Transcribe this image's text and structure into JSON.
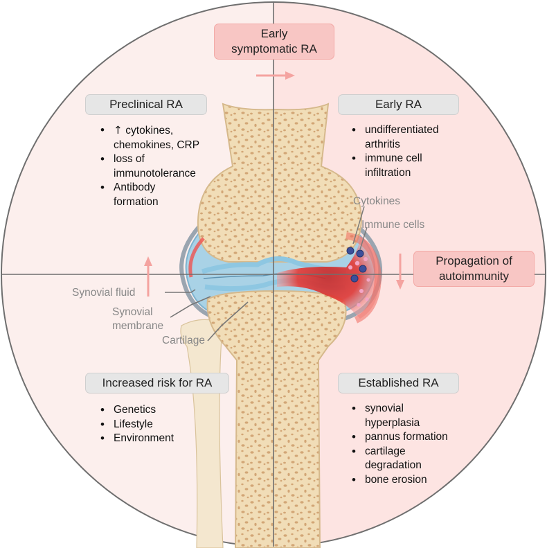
{
  "top_box": "Early\nsymptomatic RA",
  "right_box": "Propagation of\nautoimmunity",
  "preclinical": {
    "title": "Preclinical RA",
    "items": [
      {
        "arrow": "↑",
        "text": " cytokines,\nchemokines,  CRP"
      },
      {
        "text": "loss of\nimmunotolerance"
      },
      {
        "text": "Antibody\nformation"
      }
    ]
  },
  "early": {
    "title": "Early RA",
    "items": [
      "undifferentiated\narthritis",
      "immune cell\ninfiltration"
    ]
  },
  "increased_risk": {
    "title": "Increased risk for RA",
    "items": [
      "Genetics",
      "Lifestyle",
      "Environment"
    ]
  },
  "established": {
    "title": "Established RA",
    "items": [
      "synovial\nhyperplasia",
      "pannus formation",
      "cartilage\ndegradation",
      "bone erosion"
    ]
  },
  "labels": {
    "cytokines": "Cytokines",
    "immune_cells": "Immune cells",
    "synovial_fluid": "Synovial fluid",
    "synovial_membrane": "Synovial\nmembrane",
    "cartilage": "Cartilage"
  },
  "colors": {
    "quadrant_left": "#fcefed",
    "quadrant_right": "#fde4e2",
    "arrow": "#f4a3a0",
    "bone": "#f1ddb7",
    "inflammation": "#e53935",
    "synovium": "#8fc4de"
  }
}
